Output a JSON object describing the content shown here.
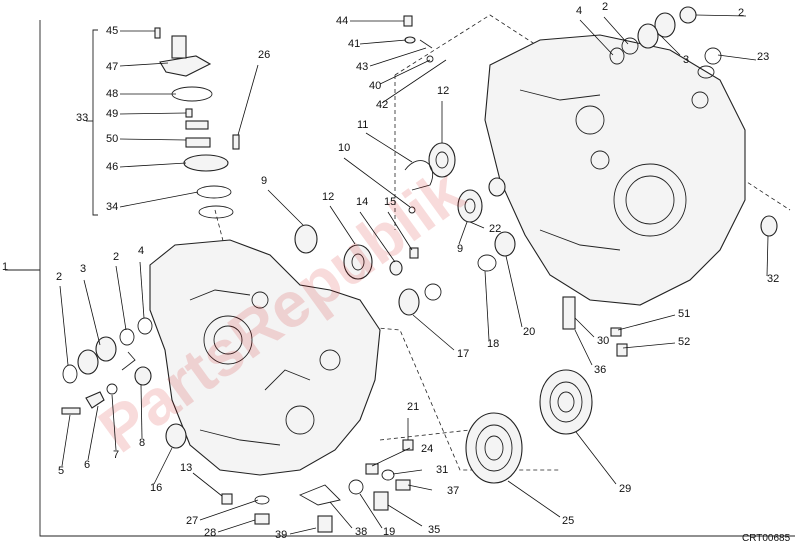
{
  "diagram_code": "CRT00685",
  "watermark": "PartsRepublik",
  "callouts": [
    "45",
    "47",
    "48",
    "49",
    "50",
    "46",
    "34",
    "33",
    "26",
    "44",
    "41",
    "43",
    "40",
    "42",
    "12",
    "11",
    "10",
    "9",
    "12",
    "14",
    "15",
    "22",
    "9",
    "20",
    "17",
    "18",
    "4",
    "2",
    "2",
    "3",
    "23",
    "32",
    "1",
    "2",
    "3",
    "2",
    "4",
    "5",
    "6",
    "7",
    "8",
    "16",
    "13",
    "27",
    "28",
    "39",
    "38",
    "19",
    "35",
    "37",
    "31",
    "24",
    "21",
    "30",
    "36",
    "51",
    "52",
    "29",
    "25"
  ]
}
